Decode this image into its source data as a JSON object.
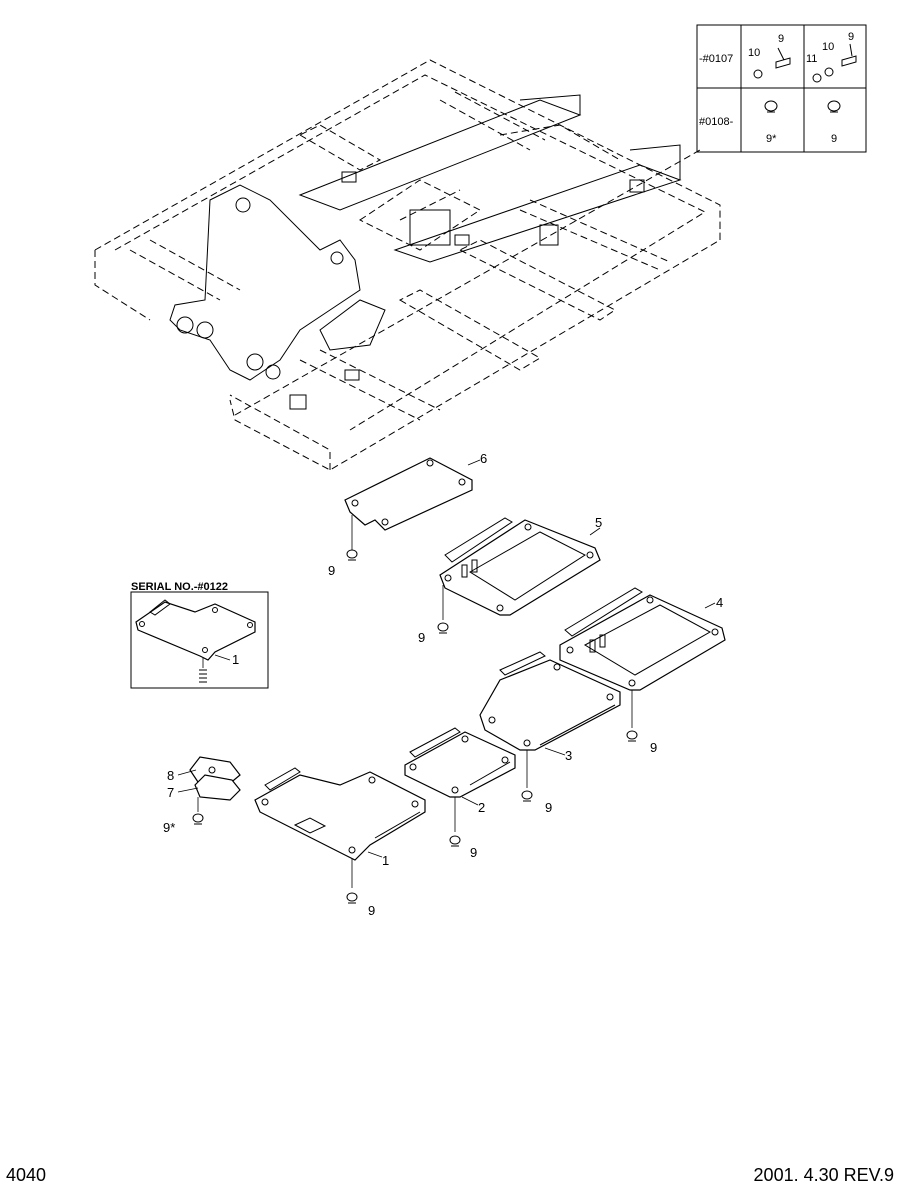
{
  "footer": {
    "page_number": "4040",
    "revision": "2001. 4.30  REV.9"
  },
  "legend": {
    "rows": [
      {
        "serial": "-#0107"
      },
      {
        "serial": "#0108-"
      }
    ],
    "cells": {
      "r1c1": [
        "10",
        "9"
      ],
      "r1c2": [
        "11",
        "10",
        "9"
      ],
      "r2c1": [
        "9*"
      ],
      "r2c2": [
        "9"
      ]
    }
  },
  "inset": {
    "serial_label": "SERIAL NO.-#0122",
    "part": "1"
  },
  "callouts": {
    "p1": "1",
    "p2": "2",
    "p3": "3",
    "p4": "4",
    "p5": "5",
    "p6": "6",
    "p7": "7",
    "p8": "8",
    "bolt": "9",
    "bolt_star": "9*"
  }
}
